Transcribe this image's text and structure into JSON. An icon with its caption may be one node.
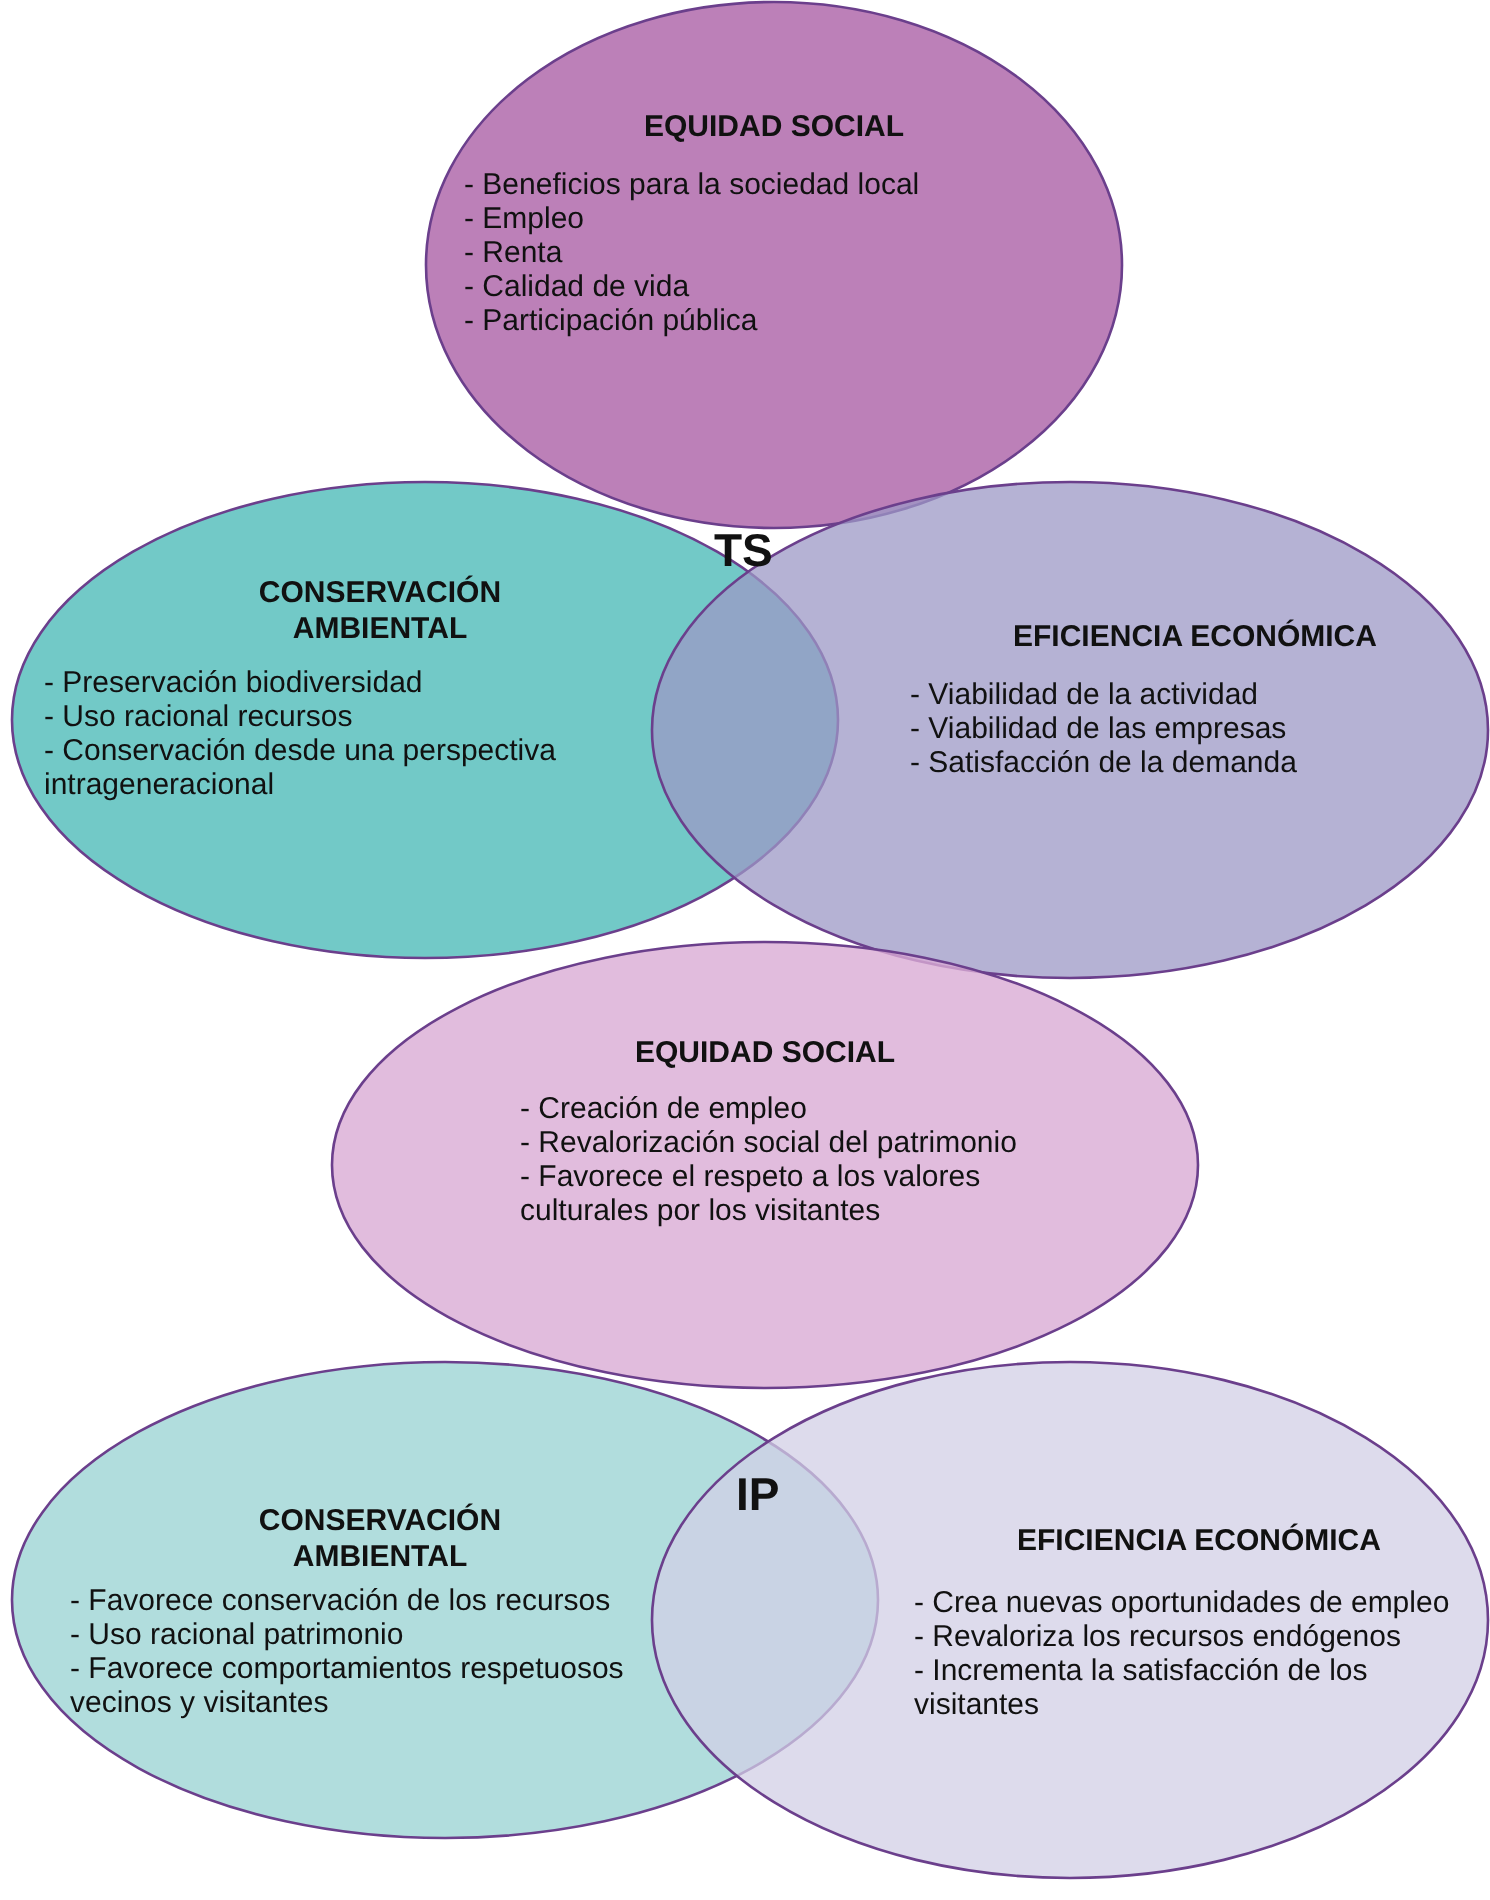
{
  "diagram": {
    "nodes": [
      {
        "text": [
          "EQUIDAD SOCIAL",
          "- Beneficios para la sociedad local",
          "- Empleo",
          "- Renta",
          "- Calidad de vida",
          "- Participación pública"
        ]
      },
      {
        "text": [
          "CONSERVACIÓN AMBIENTAL",
          "- Preservación biodiversidad",
          "- Uso racional recursos",
          "- Conservación desde una perspectiva intrageneracional"
        ]
      },
      {
        "text": [
          "EFICIENCIA ECONÓMICA",
          "- Viabilidad de la actividad",
          "- Viabilidad de las empresas",
          "- Satisfacción de la demanda"
        ]
      },
      {
        "text": [
          "EQUIDAD SOCIAL",
          "- Creación de empleo",
          "- Revalorización social del patrimonio",
          "- Favorece el respeto a los valores culturales por los visitantes"
        ]
      },
      {
        "text": [
          "CONSERVACIÓN AMBIENTAL",
          "- Favorece conservación de los recursos",
          "- Uso racional patrimonio",
          "- Favorece comportamientos respetuosos vecinos y visitantes"
        ]
      },
      {
        "text": [
          "EFICIENCIA ECONÓMICA",
          "- Crea nuevas oportunidades de empleo",
          "- Revaloriza los recursos endógenos",
          "- Incrementa la satisfacción de los visitantes"
        ]
      }
    ],
    "labels": [
      "TS",
      "IP"
    ]
  }
}
